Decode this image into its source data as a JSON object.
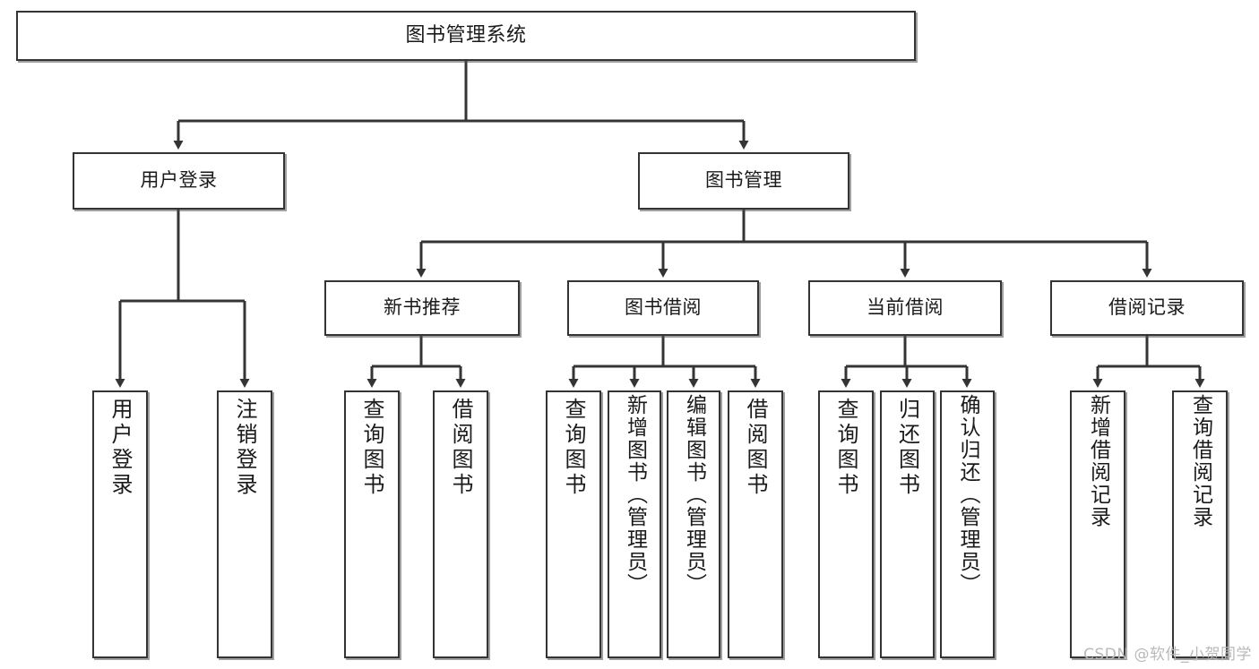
{
  "diagram": {
    "title": "图书管理系统",
    "type": "tree-hierarchy",
    "stroke_color": "#343434",
    "background_color": "#ffffff",
    "root": {
      "label": "图书管理系统"
    },
    "level2": [
      {
        "label": "用户登录"
      },
      {
        "label": "图书管理"
      }
    ],
    "level3": [
      {
        "label": "新书推荐"
      },
      {
        "label": "图书借阅"
      },
      {
        "label": "当前借阅"
      },
      {
        "label": "借阅记录"
      }
    ],
    "leaves": {
      "user_login": [
        {
          "label": "用户登录"
        },
        {
          "label": "注销登录"
        }
      ],
      "new_book_recommend": [
        {
          "label": "查询图书"
        },
        {
          "label": "借阅图书"
        }
      ],
      "book_borrow": [
        {
          "label": "查询图书"
        },
        {
          "label": "新增图书（管理员）"
        },
        {
          "label": "编辑图书（管理员）"
        },
        {
          "label": "借阅图书"
        }
      ],
      "current_borrow": [
        {
          "label": "查询图书"
        },
        {
          "label": "归还图书"
        },
        {
          "label": "确认归还（管理员）"
        }
      ],
      "borrow_record": [
        {
          "label": "新增借阅记录"
        },
        {
          "label": "查询借阅记录"
        }
      ]
    }
  },
  "watermark": {
    "text": "CSDN @软件_小贺同学"
  }
}
